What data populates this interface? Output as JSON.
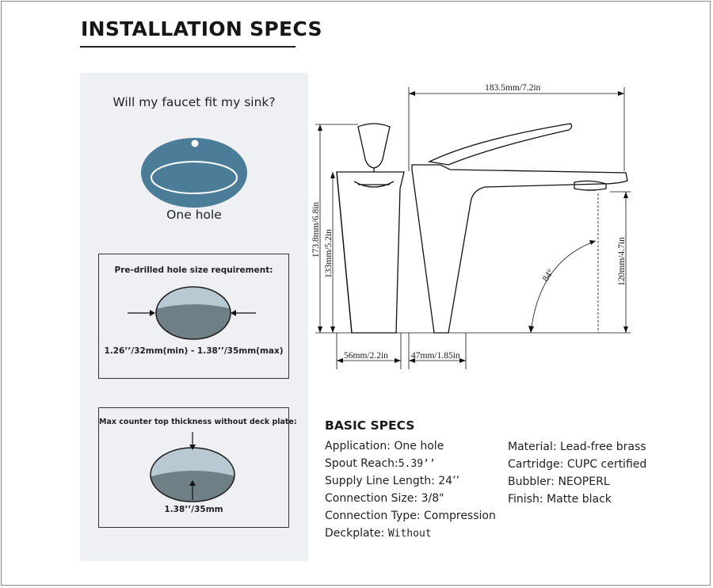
{
  "page": {
    "title": "INSTALLATION SPECS"
  },
  "fit_panel": {
    "question": "Will my faucet fit my sink?",
    "sink_label": "One hole",
    "hole_box": {
      "heading": "Pre-drilled hole size requirement:",
      "size_note": "1.26’’/32mm(min) - 1.38’’/35mm(max)"
    },
    "thickness_box": {
      "heading": "Max counter top thickness without deck plate:",
      "size_note": "1.38’’/35mm"
    }
  },
  "diagram": {
    "total_length": "183.5mm/7.2in",
    "total_height": "173.8mm/6.8in",
    "body_height": "133mm/5.2in",
    "spout_height": "120mm/4.7in",
    "base_width": "56mm/2.2in",
    "side_base_width": "47mm/1.85in",
    "angle": "84°"
  },
  "basic_specs": {
    "heading": "BASIC SPECS",
    "left": [
      {
        "label": "Application:",
        "value": "One hole"
      },
      {
        "label": "Spout Reach:",
        "value": "5.39’’"
      },
      {
        "label": "Supply Line Length:",
        "value": "24’’"
      },
      {
        "label": "Connection Size:",
        "value": "3/8\""
      },
      {
        "label": "Connection Type:",
        "value": "Compression"
      },
      {
        "label": "Deckplate:",
        "value": "Without"
      }
    ],
    "right": [
      {
        "label": "Material:",
        "value": "Lead-free brass"
      },
      {
        "label": "Cartridge:",
        "value": "CUPC certified"
      },
      {
        "label": "Bubbler:",
        "value": "NEOPERL"
      },
      {
        "label": "Finish:",
        "value": "Matte black"
      }
    ]
  },
  "colors": {
    "sink_blue": "#4b7c98",
    "hole_top": "#b9c9d3",
    "hole_bottom": "#6f7f86"
  }
}
